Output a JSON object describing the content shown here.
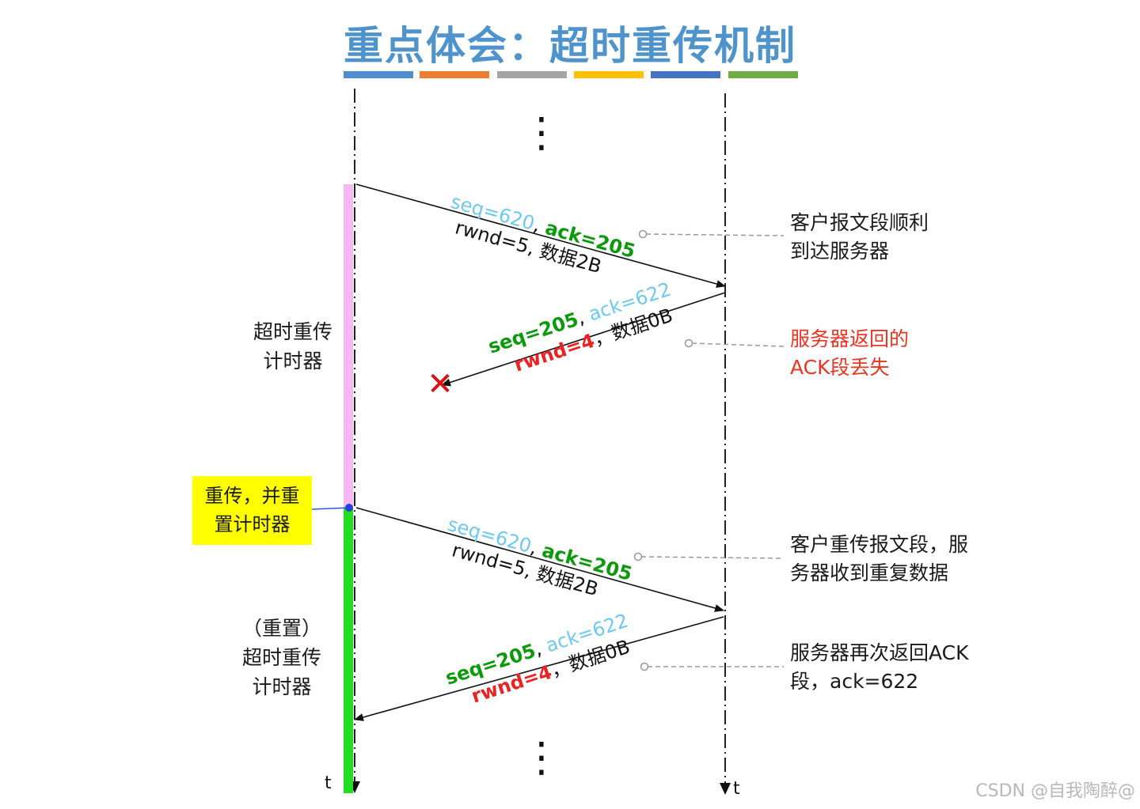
{
  "title": "重点体会：超时重传机制",
  "color_bars": [
    "#4f8fcf",
    "#ed7d31",
    "#a5a5a5",
    "#ffc000",
    "#4472c4",
    "#70ad47"
  ],
  "segments": [
    {
      "seq_label": "seq=620",
      "sep": ", ",
      "ack_label": "ack=205",
      "line2": "rwnd=5, 数据2B"
    },
    {
      "seq_label": "seq=205",
      "sep": ", ",
      "ack_label": "ack=622",
      "rwnd_label": "rwnd=4",
      "sep2": "，",
      "data_label": "数据0B"
    },
    {
      "seq_label": "seq=620",
      "sep": ", ",
      "ack_label": "ack=205",
      "line2": "rwnd=5, 数据2B"
    },
    {
      "seq_label": "seq=205",
      "sep": ", ",
      "ack_label": "ack=622",
      "rwnd_label": "rwnd=4",
      "sep2": "，",
      "data_label": "数据0B"
    }
  ],
  "notes": {
    "n1": [
      "客户报文段顺利",
      "到达服务器"
    ],
    "n2": [
      "服务器返回的",
      "ACK段丢失"
    ],
    "n3": [
      "客户重传报文段，服",
      "务器收到重复数据"
    ],
    "n4": [
      "服务器再次返回ACK",
      "段，ack=622"
    ]
  },
  "timer1": [
    "超时重传",
    "计时器"
  ],
  "timer2": [
    "（重置）",
    "超时重传",
    "计时器"
  ],
  "retransmit_box": [
    "重传，并重",
    "置计时器"
  ],
  "time_axis": {
    "client": "t",
    "server": "t"
  },
  "ellipsis": "⋮",
  "lost_mark": "✕",
  "watermark": "CSDN @自我陶醉@",
  "colors": {
    "seq_client": "#6ec9f0",
    "ack_client": "#0a9a0a",
    "seq_server": "#0a9a0a",
    "ack_server": "#6ec9f0",
    "rwnd_server": "#ee2222",
    "timer_pink": "#f5b8f2",
    "timer_green": "#22dd22",
    "lost_x": "#dd1111"
  }
}
